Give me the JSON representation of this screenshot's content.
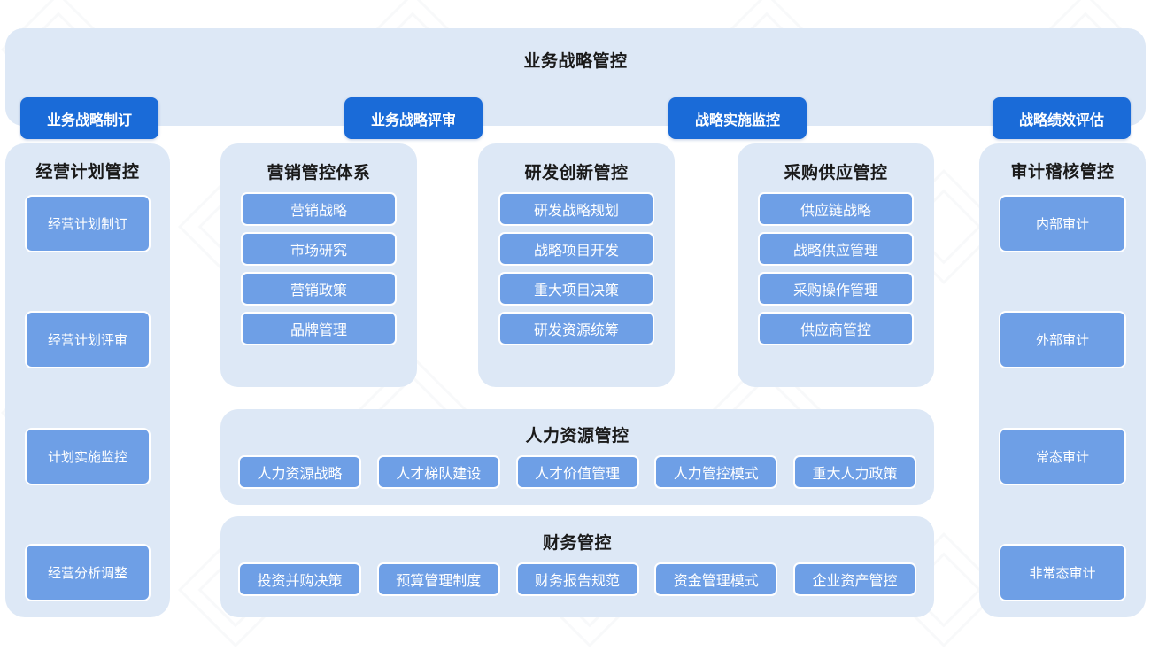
{
  "banner": {
    "title": "业务战略管控",
    "items": [
      {
        "label": "业务战略制订"
      },
      {
        "label": "业务战略评审"
      },
      {
        "label": "战略实施监控"
      },
      {
        "label": "战略绩效评估"
      }
    ]
  },
  "columns": {
    "plan": {
      "title": "经营计划管控",
      "items": [
        {
          "label": "经营计划制订"
        },
        {
          "label": "经营计划评审"
        },
        {
          "label": "计划实施监控"
        },
        {
          "label": "经营分析调整"
        }
      ]
    },
    "audit": {
      "title": "审计稽核管控",
      "items": [
        {
          "label": "内部审计"
        },
        {
          "label": "外部审计"
        },
        {
          "label": "常态审计"
        },
        {
          "label": "非常态审计"
        }
      ]
    }
  },
  "cards": {
    "marketing": {
      "title": "营销管控体系",
      "items": [
        {
          "label": "营销战略"
        },
        {
          "label": "市场研究"
        },
        {
          "label": "营销政策"
        },
        {
          "label": "品牌管理"
        }
      ]
    },
    "rd": {
      "title": "研发创新管控",
      "items": [
        {
          "label": "研发战略规划"
        },
        {
          "label": "战略项目开发"
        },
        {
          "label": "重大项目决策"
        },
        {
          "label": "研发资源统筹"
        }
      ]
    },
    "supply": {
      "title": "采购供应管控",
      "items": [
        {
          "label": "供应链战略"
        },
        {
          "label": "战略供应管理"
        },
        {
          "label": "采购操作管理"
        },
        {
          "label": "供应商管控"
        }
      ]
    }
  },
  "sections": {
    "hr": {
      "title": "人力资源管控",
      "items": [
        {
          "label": "人力资源战略"
        },
        {
          "label": "人才梯队建设"
        },
        {
          "label": "人才价值管理"
        },
        {
          "label": "人力管控模式"
        },
        {
          "label": "重大人力政策"
        }
      ]
    },
    "finance": {
      "title": "财务管控",
      "items": [
        {
          "label": "投资并购决策"
        },
        {
          "label": "预算管理制度"
        },
        {
          "label": "财务报告规范"
        },
        {
          "label": "资金管理模式"
        },
        {
          "label": "企业资产管控"
        }
      ]
    }
  },
  "colors": {
    "panel_bg": "#dde8f6",
    "chip_blue": "#6e9fe6",
    "banner_button_blue": "#1a6bd8",
    "page_bg": "#ffffff",
    "title_text": "#1a1a1a"
  }
}
